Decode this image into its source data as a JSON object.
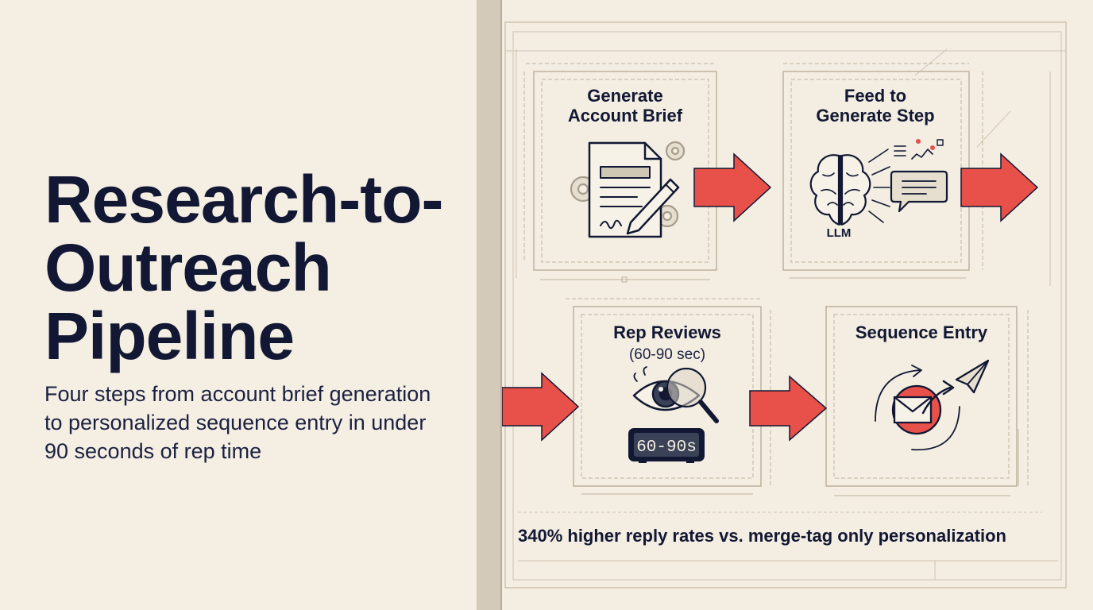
{
  "title": "Research-to-Outreach Pipeline",
  "subtitle": "Four steps from account brief generation to personalized sequence entry in under 90 seconds of rep time",
  "steps": [
    {
      "id": "generate-account-brief",
      "label_lines": [
        "Generate",
        "Account Brief"
      ],
      "icon": "document-pencil-icon"
    },
    {
      "id": "feed-to-generate-step",
      "label_lines": [
        "Feed to",
        "Generate Step"
      ],
      "icon": "brain-chat-icon",
      "icon_text": "LLM"
    },
    {
      "id": "rep-reviews",
      "label_lines": [
        "Rep Reviews"
      ],
      "sub_label": "(60-90 sec)",
      "icon": "eye-magnifier-icon",
      "timer_text": "60-90s"
    },
    {
      "id": "sequence-entry",
      "label_lines": [
        "Sequence Entry"
      ],
      "icon": "envelope-paper-plane-icon"
    }
  ],
  "stat": "340% higher reply rates vs. merge-tag only personalization",
  "colors": {
    "arrow": "#e8504a",
    "ink": "#121833",
    "background": "#f3ede2",
    "guide": "#cfc3b0",
    "divider": "#d3cab9"
  }
}
